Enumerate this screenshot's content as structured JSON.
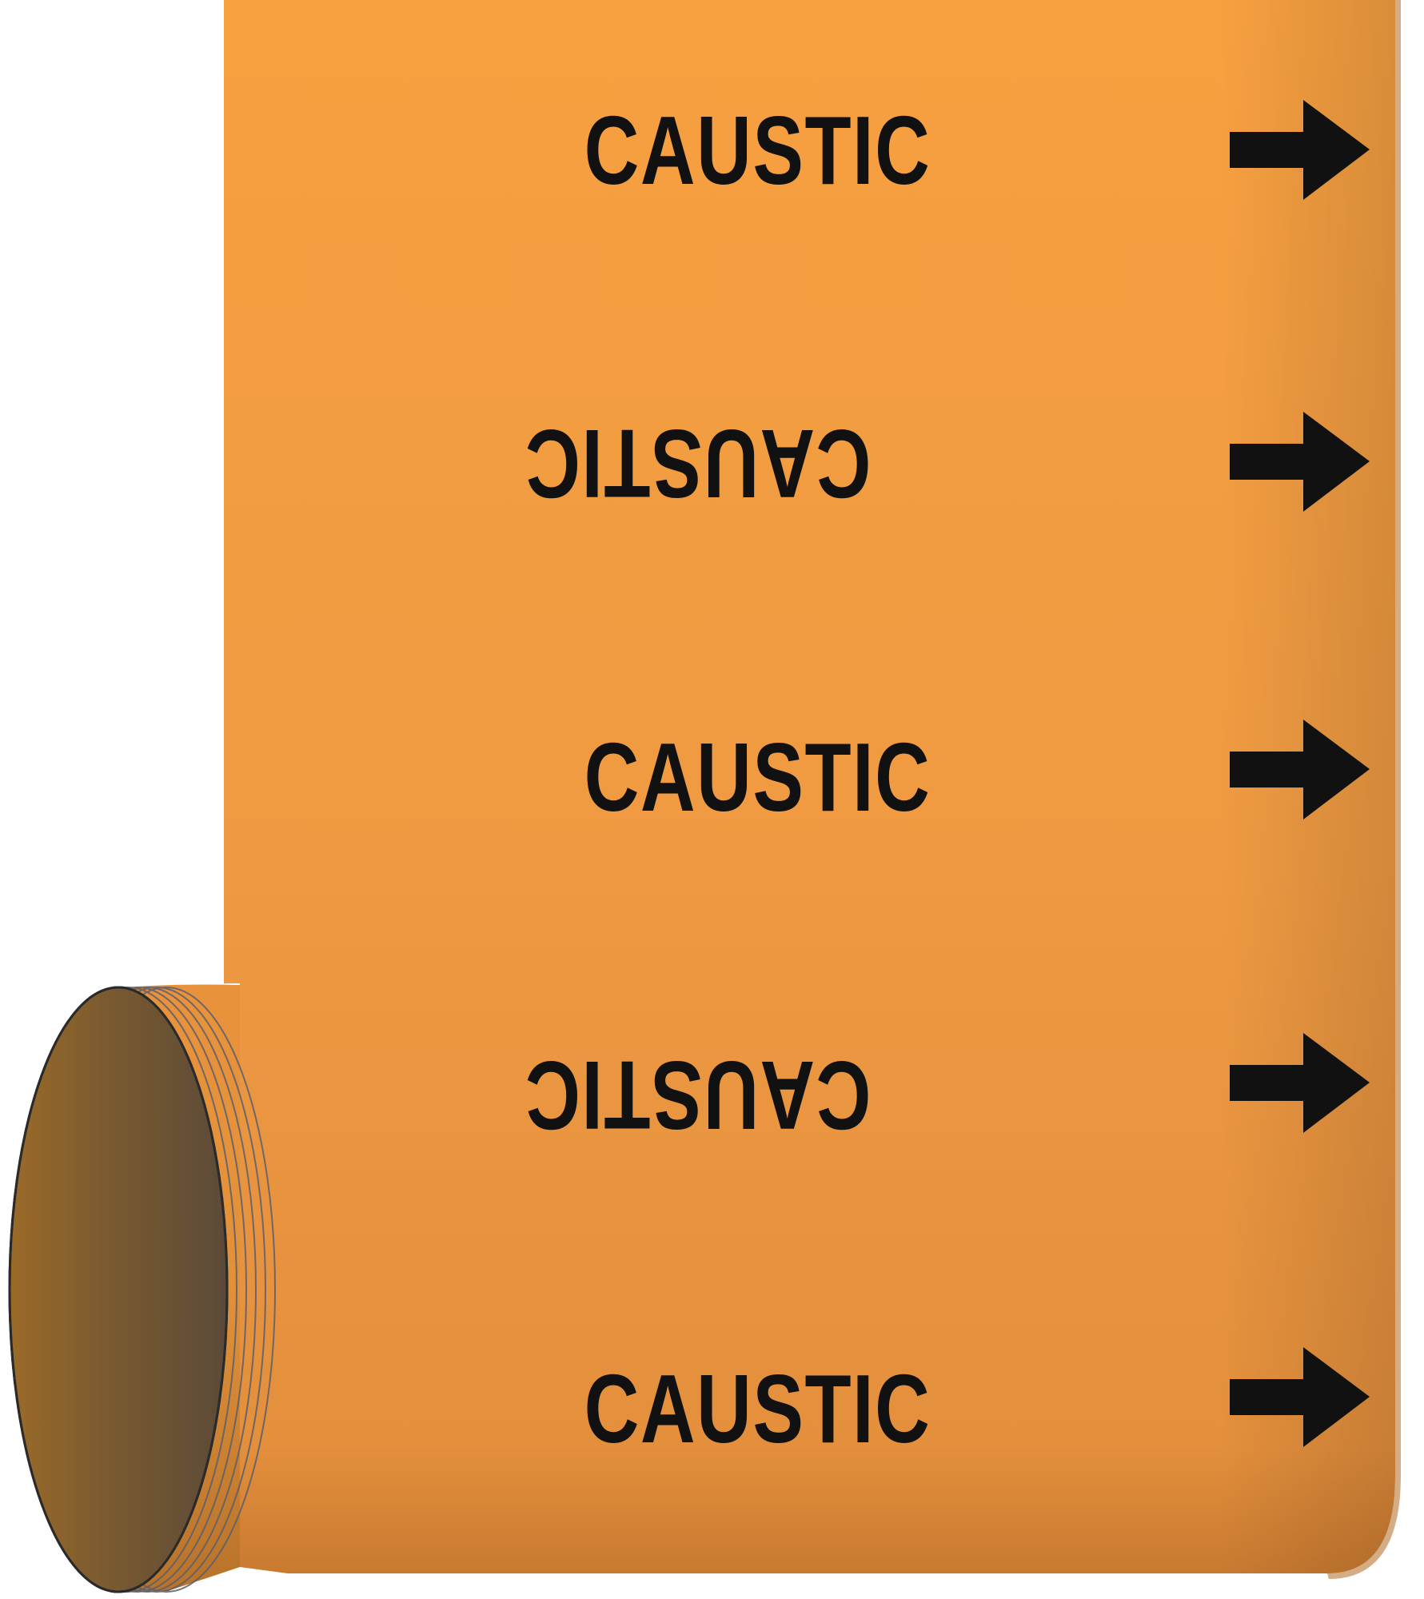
{
  "product": {
    "type": "pipe marker roll",
    "tape_color": "#f29a3d",
    "text_color": "#111111",
    "arrow_color": "#111111",
    "direction_icon": "arrow-right-icon"
  },
  "markers": [
    {
      "text": "CAUSTIC",
      "orientation": "upright"
    },
    {
      "text": "CAUSTIC",
      "orientation": "inverted"
    },
    {
      "text": "CAUSTIC",
      "orientation": "upright"
    },
    {
      "text": "CAUSTIC",
      "orientation": "inverted"
    },
    {
      "text": "CAUSTIC",
      "orientation": "upright"
    }
  ]
}
